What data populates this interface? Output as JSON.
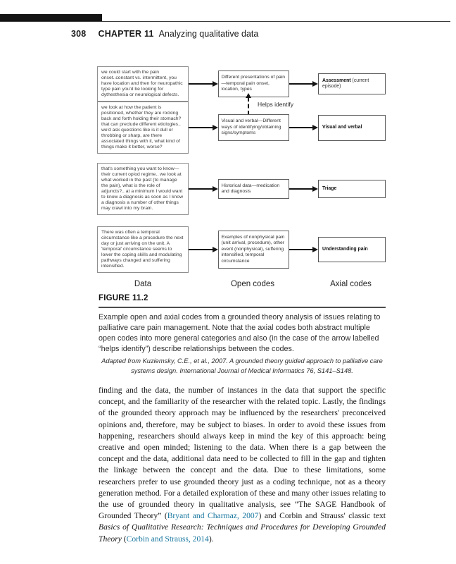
{
  "header": {
    "page_number": "308",
    "chapter_label": "CHAPTER 11",
    "chapter_title": "Analyzing qualitative data"
  },
  "figure": {
    "label": "FIGURE 11.2",
    "caption": "Example open and axial codes from a grounded theory analysis of issues relating to palliative care pain management. Note that the axial codes both abstract multiple open codes into more general categories and also (in the case of the arrow labelled “helps identify”) describe relationships between the codes.",
    "attribution": "Adapted from Kuziemsky, C.E., et al., 2007. A grounded theory guided approach to palliative care systems design. International Journal of Medical Informatics 76, S141–S148.",
    "helps_identify_label": "Helps identify",
    "column_labels": {
      "data": "Data",
      "open": "Open codes",
      "axial": "Axial codes"
    },
    "rows": [
      {
        "data": "we could start with the pain onset..constant vs. intermittent, you have location and then for neuropathic type pain you'd be looking for dythesthesia or neurological defects.",
        "open_code": "Different presentations of pain—temporal pain onset, location, types",
        "axial_bold": "Assessment",
        "axial_rest": " (current episode)"
      },
      {
        "data": "we look at how the patient is positioned, whether they are rocking back and forth holding their stomach? that can preclude different etiologies.. we'd ask questions like is it dull or throbbing or sharp, are there associated things with it, what kind of things make it better, worse?",
        "open_code": "Visual and verbal—Different ways of identifying/obtaining signs/symptoms",
        "axial_bold": "Visual and verbal",
        "axial_rest": ""
      },
      {
        "data": "that's something you want to know— their current opiod regime.. we look at what worked in the past (to manage the pain), what is the role of adjuncts?.. at a minimum I would want to know a diagnosis as soon as I know a diagnosis a number of other things may crawl into my brain.",
        "open_code": "Historical data—medication and diagnosis",
        "axial_bold": "Triage",
        "axial_rest": ""
      },
      {
        "data": "There was often a temporal circumstance like a procedure the next day or just arriving on the unit. A 'temporal' circumstance seems to lower the coping skills and modulating pathways changed and suffering intensified.",
        "open_code": "Examples of nonphysical pain (unit arrival, procedure), other event (nonphysical), suffering intensified, temporal circumstance",
        "axial_bold": "Understanding pain",
        "axial_rest": ""
      }
    ]
  },
  "body": {
    "segments": [
      {
        "t": "finding and the data, the number of instances in the data that support the specific concept, and the familiarity of the researcher with the related topic. Lastly, the findings of the grounded theory approach may be influenced by the researchers' preconceived opinions and, therefore, may be subject to biases. In order to avoid these issues from happening, researchers should always keep in mind the key of this approach: being creative and open minded; listening to the data. When there is a gap between the concept and the data, additional data need to be collected to fill in the gap and tighten the linkage between the concept and the data. Due to these limitations, some researchers prefer to use grounded theory just as a coding technique, not as a theory generation method. For a detailed exploration of these and many other issues relating to the use of grounded theory in qualitative analysis, see “The SAGE Handbook of Grounded Theory” (",
        "s": "plain"
      },
      {
        "t": "Bryant and Charmaz, 2007",
        "s": "link"
      },
      {
        "t": ") and Corbin and Strauss' classic text ",
        "s": "plain"
      },
      {
        "t": "Basics of Qualitative Research: Techniques and Procedures for Developing Grounded Theory",
        "s": "italic"
      },
      {
        "t": " (",
        "s": "plain"
      },
      {
        "t": "Corbin and Strauss, 2014",
        "s": "link"
      },
      {
        "t": ").",
        "s": "plain"
      }
    ]
  },
  "colors": {
    "link": "#16759e",
    "bar": "#141414"
  }
}
